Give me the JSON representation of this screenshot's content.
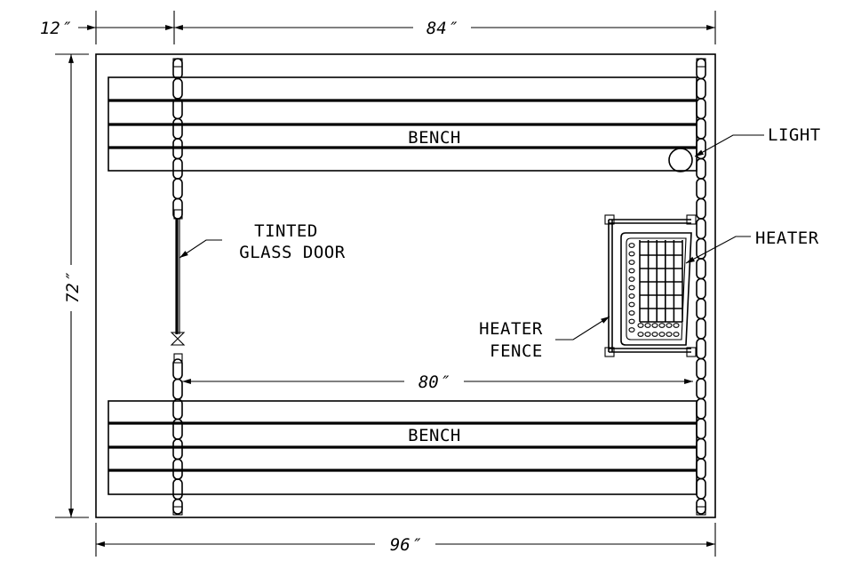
{
  "dimensions": {
    "top_left": "12″",
    "top_main": "84″",
    "left": "72″",
    "inner": "80″",
    "bottom": "96″"
  },
  "labels": {
    "bench_top": "BENCH",
    "bench_bottom": "BENCH",
    "light": "LIGHT",
    "heater": "HEATER",
    "door_line1": "TINTED",
    "door_line2": "GLASS DOOR",
    "fence_line1": "HEATER",
    "fence_line2": "FENCE"
  }
}
